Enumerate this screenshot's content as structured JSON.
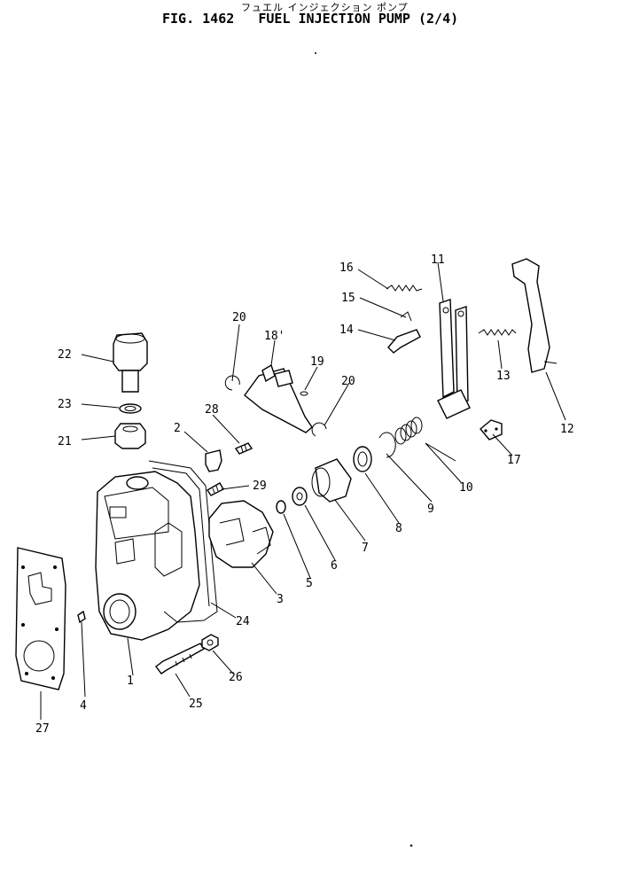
{
  "header": {
    "subtitle_jp": "フュエル インジェクション ポンプ",
    "title": "FIG. 1462   FUEL INJECTION PUMP (2/4)"
  },
  "callouts": [
    {
      "id": "c1",
      "text": "1"
    },
    {
      "id": "c2",
      "text": "2"
    },
    {
      "id": "c3",
      "text": "3"
    },
    {
      "id": "c4",
      "text": "4"
    },
    {
      "id": "c5",
      "text": "5"
    },
    {
      "id": "c6",
      "text": "6"
    },
    {
      "id": "c7",
      "text": "7"
    },
    {
      "id": "c8",
      "text": "8"
    },
    {
      "id": "c9",
      "text": "9"
    },
    {
      "id": "c10",
      "text": "10"
    },
    {
      "id": "c11",
      "text": "11"
    },
    {
      "id": "c12",
      "text": "12"
    },
    {
      "id": "c13",
      "text": "13"
    },
    {
      "id": "c14",
      "text": "14"
    },
    {
      "id": "c15",
      "text": "15"
    },
    {
      "id": "c16",
      "text": "16"
    },
    {
      "id": "c17",
      "text": "17"
    },
    {
      "id": "c18",
      "text": "18'"
    },
    {
      "id": "c19",
      "text": "19"
    },
    {
      "id": "c20a",
      "text": "20"
    },
    {
      "id": "c20b",
      "text": "20"
    },
    {
      "id": "c21",
      "text": "21"
    },
    {
      "id": "c22",
      "text": "22"
    },
    {
      "id": "c23",
      "text": "23"
    },
    {
      "id": "c24",
      "text": "24"
    },
    {
      "id": "c25",
      "text": "25"
    },
    {
      "id": "c26",
      "text": "26"
    },
    {
      "id": "c27",
      "text": "27"
    },
    {
      "id": "c28",
      "text": "28"
    },
    {
      "id": "c29",
      "text": "29"
    }
  ]
}
